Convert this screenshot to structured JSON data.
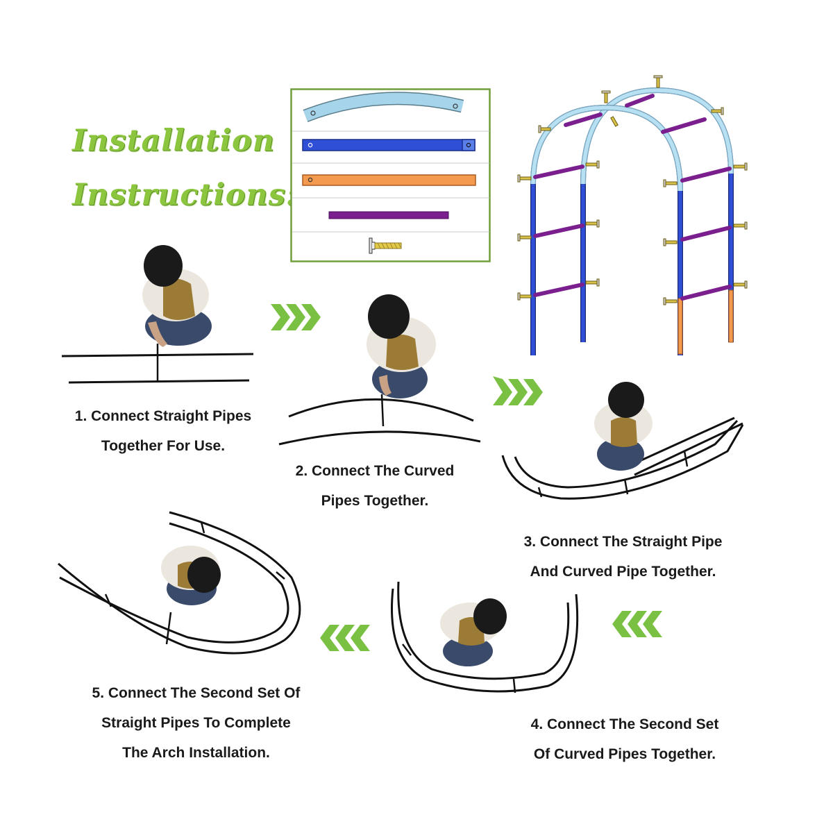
{
  "title": {
    "line1": "Installation",
    "line2": "Instructions:"
  },
  "parts_legend": {
    "colors": [
      "#a6d4ea",
      "#2f4fd6",
      "#f39a4f",
      "#7b1f8f",
      "#d8c24a"
    ],
    "items": [
      "curved-pipe",
      "straight-pipe-blue",
      "straight-pipe-orange",
      "connector-rod",
      "screw"
    ]
  },
  "arrows": {
    "color": "#7ac143",
    "directions": [
      "right",
      "right",
      "left",
      "left"
    ]
  },
  "steps": [
    {
      "line1": "1. Connect Straight Pipes",
      "line2": "Together For Use."
    },
    {
      "line1": "2. Connect The Curved",
      "line2": "Pipes Together."
    },
    {
      "line1": "3. Connect The Straight Pipe",
      "line2": "And Curved Pipe Together."
    },
    {
      "line1": "4. Connect The Second Set",
      "line2": "Of Curved Pipes Together."
    },
    {
      "line1": "5. Connect The Second Set Of",
      "line2": "Straight Pipes To Complete",
      "line3": "The Arch Installation."
    }
  ]
}
